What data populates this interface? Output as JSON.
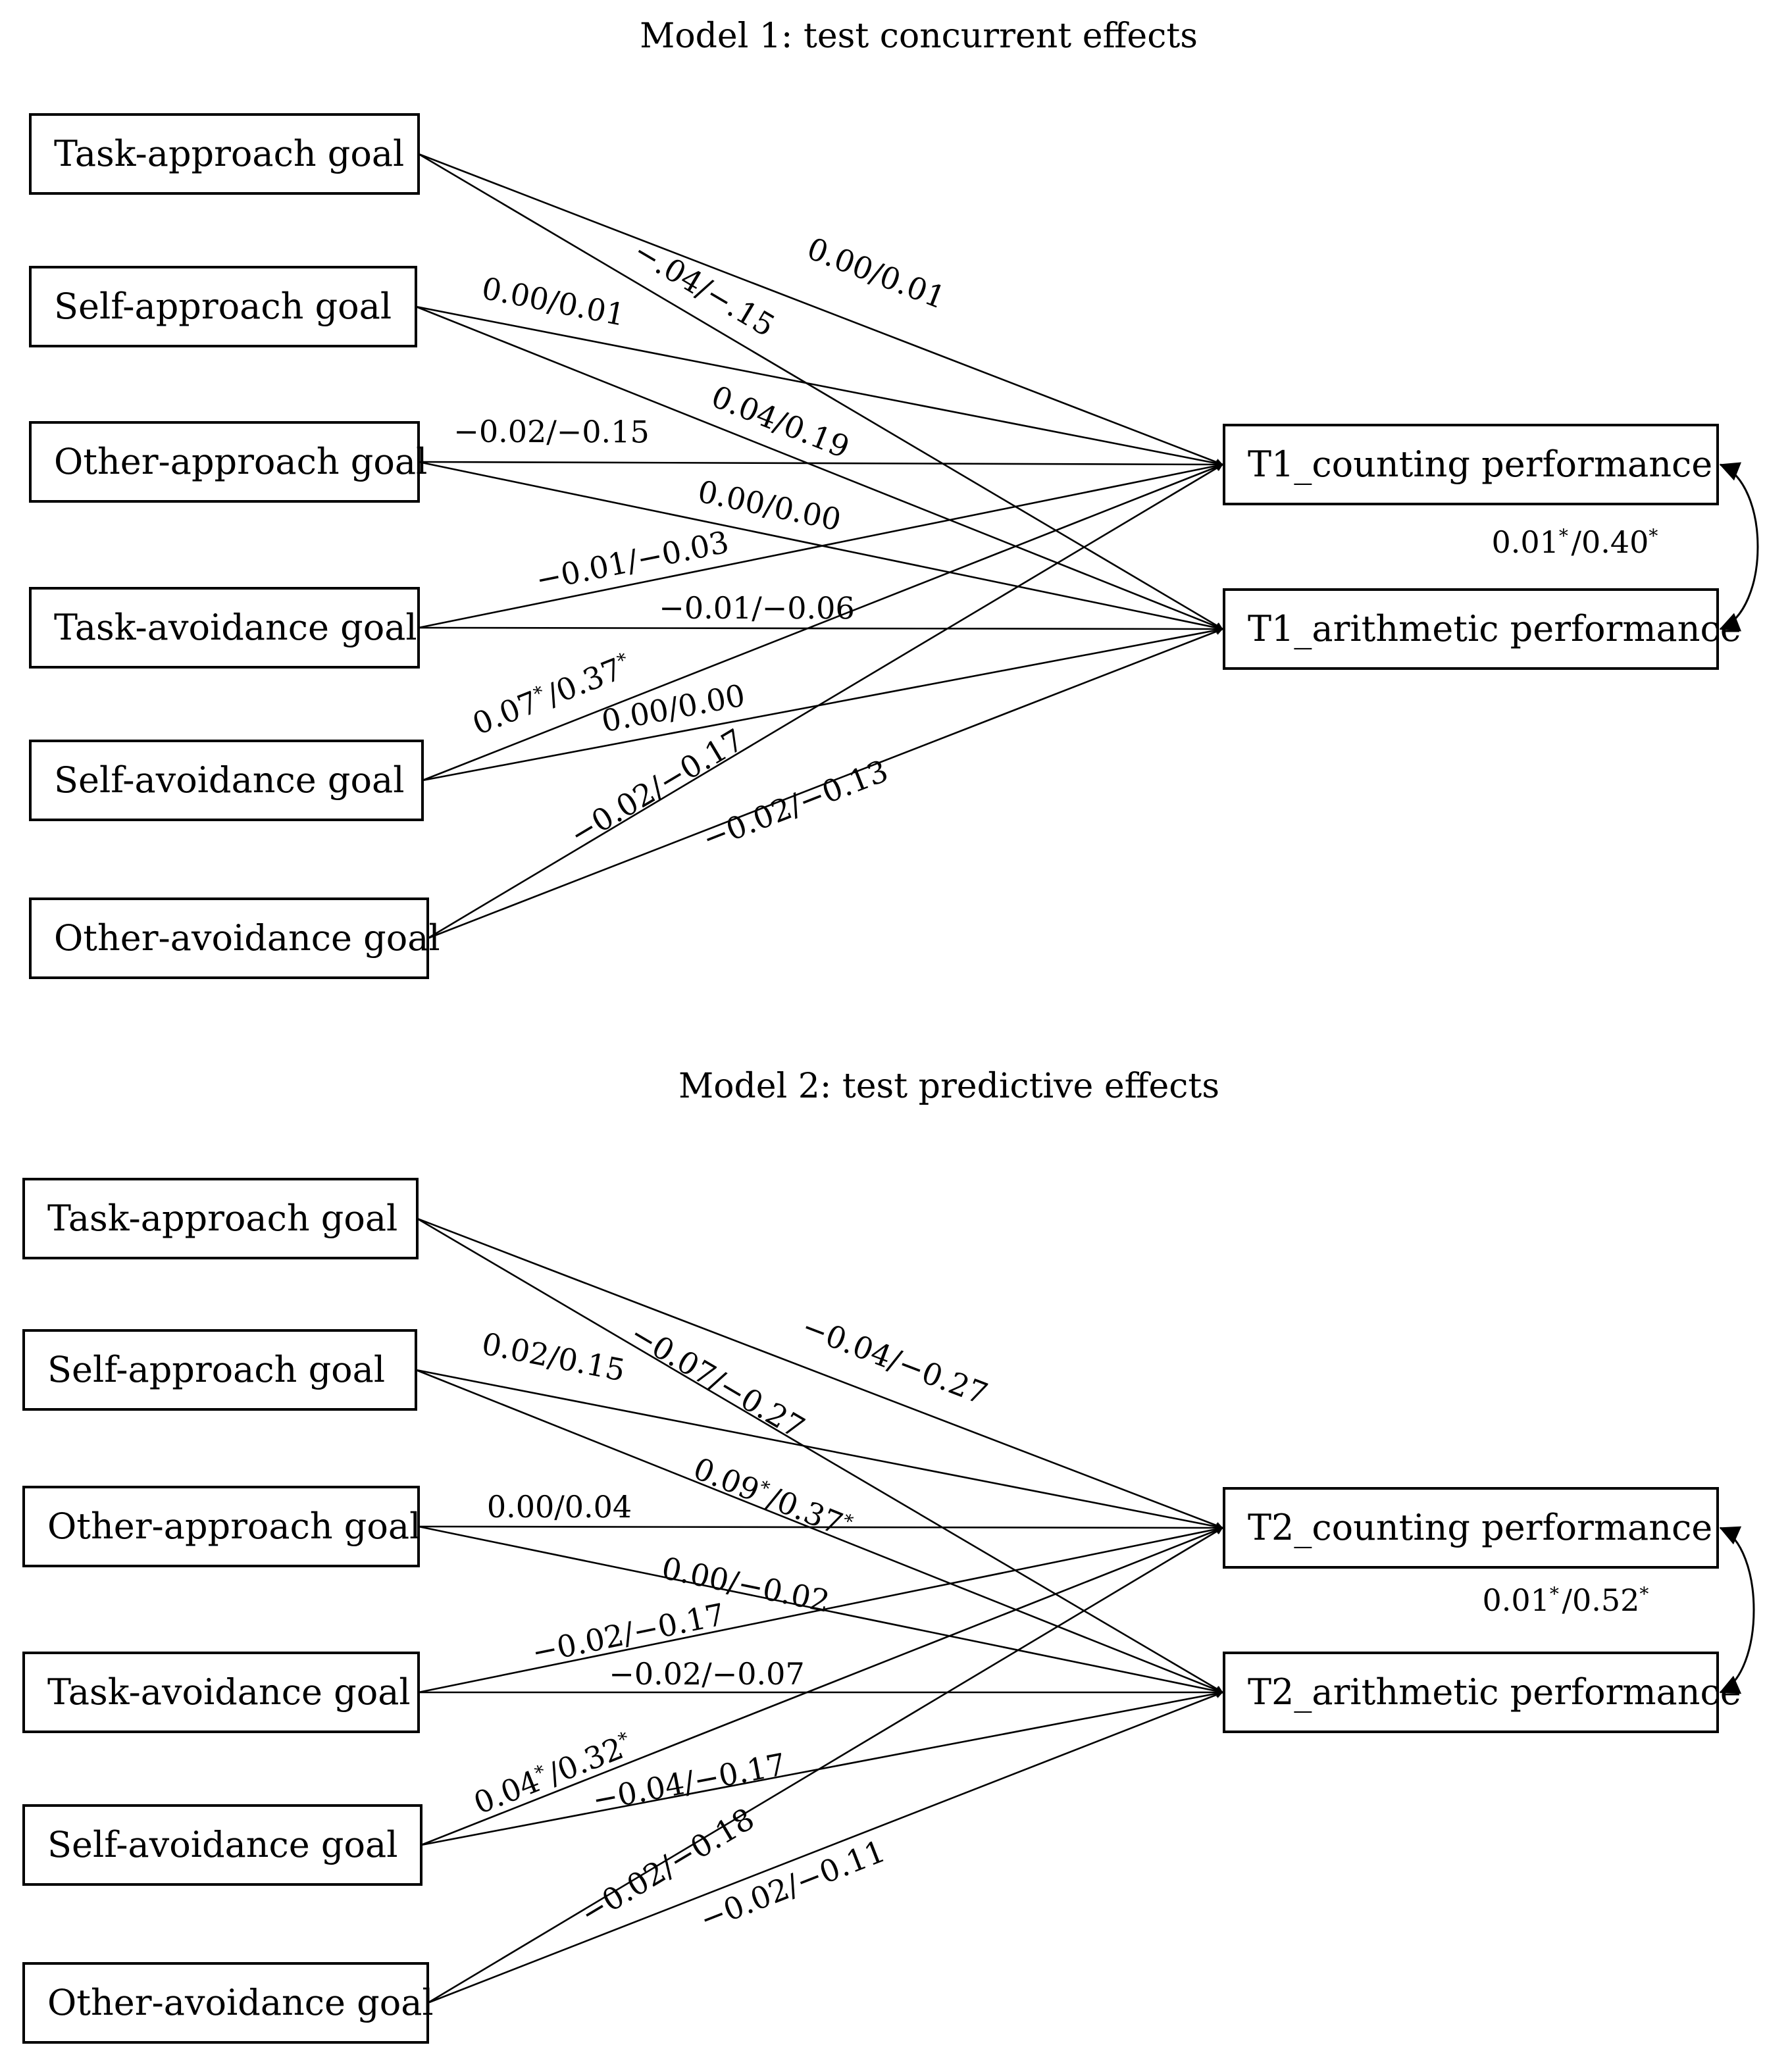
{
  "models": [
    {
      "title": "Model 1: test concurrent effects",
      "predictors": [
        "Task-approach goal",
        "Self-approach goal",
        "Other-approach goal",
        "Task-avoidance goal",
        "Self-avoidance goal",
        "Other-avoidance goal"
      ],
      "outcomes": [
        "T1_counting performance",
        "T1_arithmetic performance"
      ],
      "paths": [
        {
          "from": 0,
          "to": 0,
          "label": "0.00/0.01"
        },
        {
          "from": 0,
          "to": 1,
          "label": "−.04/−.15"
        },
        {
          "from": 1,
          "to": 0,
          "label": "0.00/0.01"
        },
        {
          "from": 1,
          "to": 1,
          "label": "0.04/0.19"
        },
        {
          "from": 2,
          "to": 0,
          "label": "−0.02/−0.15"
        },
        {
          "from": 2,
          "to": 1,
          "label": "0.00/0.00"
        },
        {
          "from": 3,
          "to": 0,
          "label": "−0.01/−0.03"
        },
        {
          "from": 3,
          "to": 1,
          "label": "−0.01/−0.06"
        },
        {
          "from": 4,
          "to": 0,
          "label": "0.07*/0.37*"
        },
        {
          "from": 4,
          "to": 1,
          "label": "0.00/0.00"
        },
        {
          "from": 5,
          "to": 0,
          "label": "−0.02/−0.17"
        },
        {
          "from": 5,
          "to": 1,
          "label": "−0.02/−0.13"
        }
      ],
      "correlation": "0.01*/0.40*"
    },
    {
      "title": "Model 2: test predictive effects",
      "predictors": [
        "Task-approach goal",
        "Self-approach goal",
        "Other-approach goal",
        "Task-avoidance goal",
        "Self-avoidance goal",
        "Other-avoidance goal"
      ],
      "outcomes": [
        "T2_counting performance",
        "T2_arithmetic performance"
      ],
      "paths": [
        {
          "from": 0,
          "to": 0,
          "label": "−0.04/−0.27"
        },
        {
          "from": 0,
          "to": 1,
          "label": "−0.07/−0.27"
        },
        {
          "from": 1,
          "to": 0,
          "label": "0.02/0.15"
        },
        {
          "from": 1,
          "to": 1,
          "label": "0.09*/0.37*"
        },
        {
          "from": 2,
          "to": 0,
          "label": "0.00/0.04"
        },
        {
          "from": 2,
          "to": 1,
          "label": "0.00/−0.02"
        },
        {
          "from": 3,
          "to": 0,
          "label": "−0.02/−0.17"
        },
        {
          "from": 3,
          "to": 1,
          "label": "−0.02/−0.07"
        },
        {
          "from": 4,
          "to": 0,
          "label": "0.04*/0.32*"
        },
        {
          "from": 4,
          "to": 1,
          "label": "−0.04/−0.17"
        },
        {
          "from": 5,
          "to": 0,
          "label": "−0.02/−0.18"
        },
        {
          "from": 5,
          "to": 1,
          "label": "−0.02/−0.11"
        }
      ],
      "correlation": "0.01*/0.52*"
    }
  ]
}
